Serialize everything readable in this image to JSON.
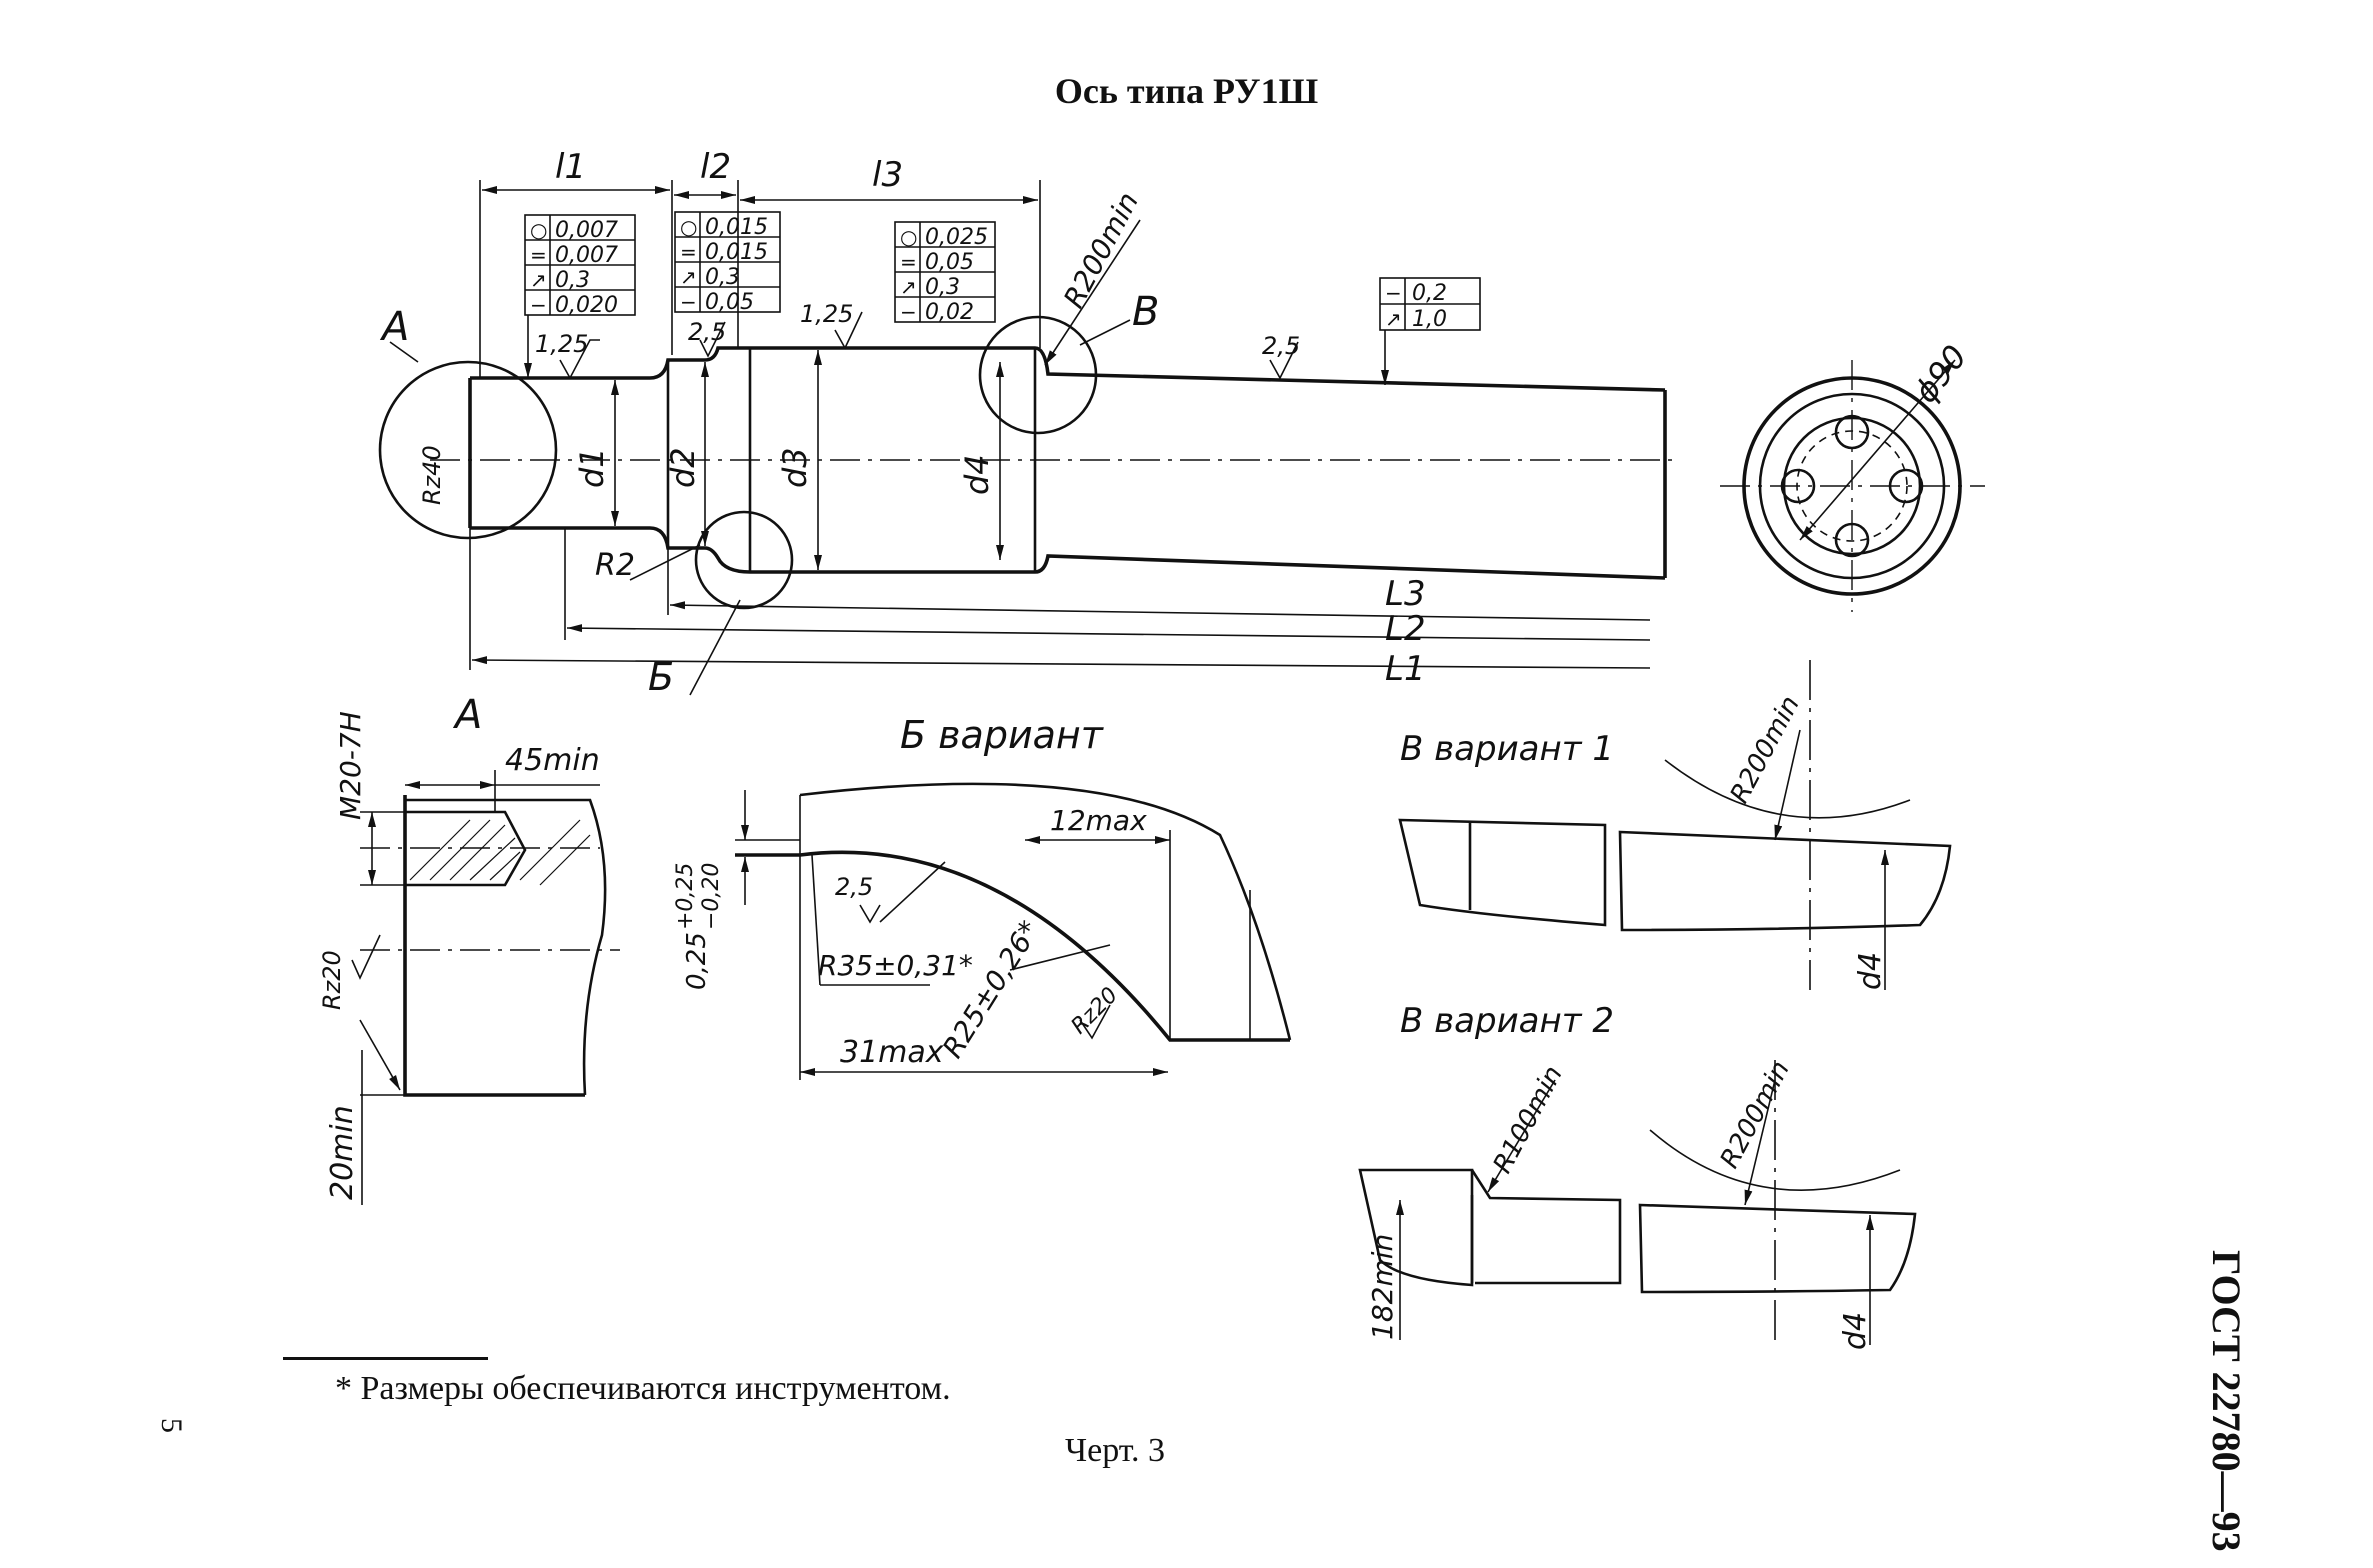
{
  "title": "Ось типа РУ1Ш",
  "standard": "ГОСТ 22780—93",
  "page_mark": "5",
  "figure_caption": "Черт. 3",
  "footnote": "* Размеры обеспечиваются инструментом.",
  "main_view": {
    "lengths": [
      "l1",
      "l2",
      "l3"
    ],
    "diameters": [
      "d1",
      "d2",
      "d3",
      "d4"
    ],
    "overall_lengths": [
      "L3",
      "L2",
      "L1"
    ],
    "radius_label": "R2",
    "detail_markers": [
      "A",
      "Б",
      "В"
    ],
    "roughness_a": "Rz40",
    "roughness_values": [
      "1,25",
      "2,5",
      "1,25",
      "2,5"
    ],
    "radius_min": "R200min",
    "end_diameter": "ϕ90",
    "tolerance_frames": [
      {
        "rows": [
          {
            "symbol": "○",
            "value": "0,007"
          },
          {
            "symbol": "=",
            "value": "0,007"
          },
          {
            "symbol": "↗",
            "value": "0,3"
          },
          {
            "symbol": "−",
            "value": "0,020"
          }
        ]
      },
      {
        "rows": [
          {
            "symbol": "○",
            "value": "0,015"
          },
          {
            "symbol": "=",
            "value": "0,015"
          },
          {
            "symbol": "↗",
            "value": "0,3"
          },
          {
            "symbol": "−",
            "value": "0,05"
          }
        ]
      },
      {
        "rows": [
          {
            "symbol": "○",
            "value": "0,025"
          },
          {
            "symbol": "=",
            "value": "0,05"
          },
          {
            "symbol": "↗",
            "value": "0,3"
          },
          {
            "symbol": "−",
            "value": "0,02"
          }
        ]
      },
      {
        "rows": [
          {
            "symbol": "−",
            "value": "0,2"
          },
          {
            "symbol": "↗",
            "value": "1,0"
          }
        ]
      }
    ]
  },
  "detail_a": {
    "title": "А",
    "thread": "M20-7H",
    "depth": "45min",
    "roughness": "Rz20",
    "offset": "20min"
  },
  "detail_b": {
    "title": "Б вариант",
    "groove_depth": "0,25",
    "tol_upper": "+0,25",
    "tol_lower": "−0,20",
    "roughness": "2,5",
    "radius_1": "R35±0,31*",
    "radius_2": "R25±0,26*",
    "roughness_2": "Rz20",
    "width_max": "12max",
    "length_max": "31max"
  },
  "detail_v1": {
    "title": "В вариант 1",
    "radius": "R200min",
    "diameter": "d4"
  },
  "detail_v2": {
    "title": "В вариант 2",
    "radius_small": "R100min",
    "radius_large": "R200min",
    "offset": "182min",
    "diameter": "d4"
  }
}
